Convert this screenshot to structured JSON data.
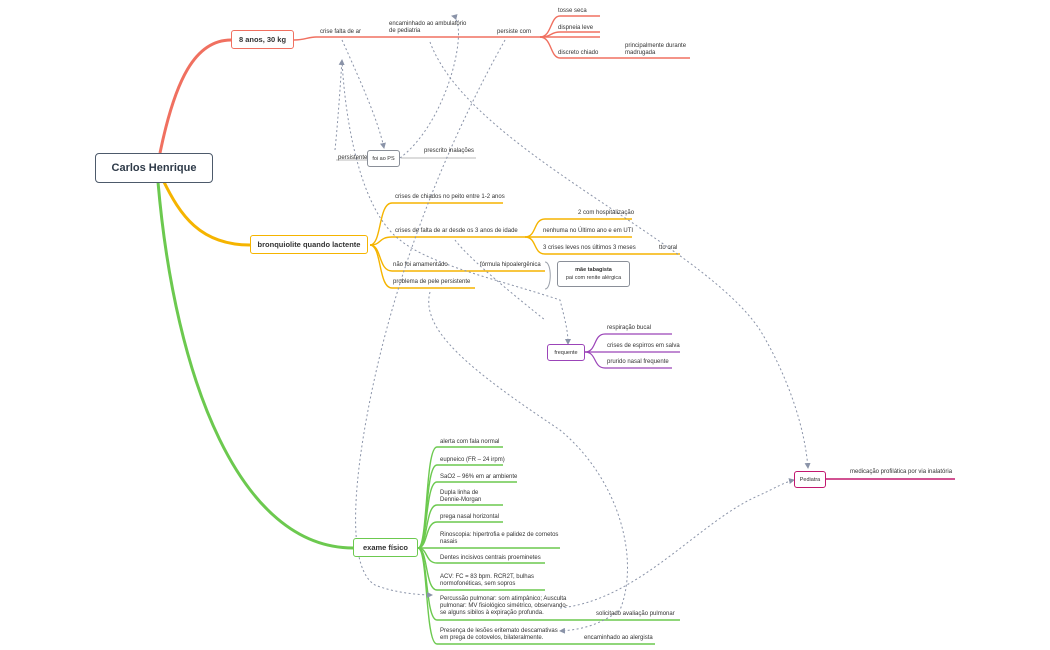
{
  "root": {
    "label": "Carlos Henrique"
  },
  "colors": {
    "branch1": "#f07060",
    "branch2": "#f5b400",
    "branch3": "#6cc94f",
    "purple": "#9b44b8",
    "pink": "#c2186f",
    "connector": "#8a93a8",
    "neutral": "#a0a0a0"
  },
  "branch1": {
    "label": "8 anos, 30 kg",
    "crise": "crise falta de ar",
    "encaminhado": "encaminhado ao ambulatório de pediatria",
    "persiste": "persiste com",
    "tosse": "tosse seca",
    "dispneia": "dispneia leve",
    "chiado": "discreto chiado",
    "madrugada": "principalmente durante madrugada",
    "persistente": "persistente",
    "ps": "foi ao PS",
    "inalacoes": "prescrito inalações"
  },
  "branch2": {
    "label": "bronquiolite quando lactente",
    "crises_chiados": "crises de chiados no peito entre 1-2 anos",
    "crises_falta": "crises de falta de ar desde os 3 anos de idade",
    "hospitalizacao": "2 com hospitalização",
    "uti": "nenhuma no Último ano e em UTI",
    "leves": "3 crises leves nos últimos 3 meses",
    "tto": "tto oral",
    "amamentado": "não foi amamentado",
    "formula": "fórmula hipoalergênica",
    "pele": "problema de pele persistente",
    "mae_line1": "mãe tabagista",
    "mae_line2": "pai com renite alérgica",
    "frequente": "frequente",
    "respiracao": "respiração bucal",
    "espirros": "crises de espirros em salva",
    "prurido": "prurido nasal frequente"
  },
  "branch3": {
    "label": "exame físico",
    "items": [
      "alerta com fala normal",
      "eupneico (FR – 24 irpm)",
      "SaO2 – 96% em ar ambiente",
      "Dupla linha de Dennie-Morgan",
      "prega nasal horizontal",
      "Rinoscopia: hipertrofia e palidez de cornetos nasais",
      "Dentes incisivos centrais proeminetes",
      "ACV: FC = 83 bpm. RCR2T, bulhas normofonéticas, sem sopros",
      "Percussão pulmonar: som atimpânico; Ausculta pulmonar: MV fisiológico simétrico, observando-se alguns sibilos à expiração profunda.",
      "Presença de lesões eritemato descamativas em prega de cotovelos, bilateralmente."
    ],
    "avaliacao": "solicitado avaliação pulmonar",
    "alergista": "encaminhado ao alergista"
  },
  "pediatra": {
    "label": "Pediatra",
    "medicacao": "medicação profilática por via inalatória"
  }
}
